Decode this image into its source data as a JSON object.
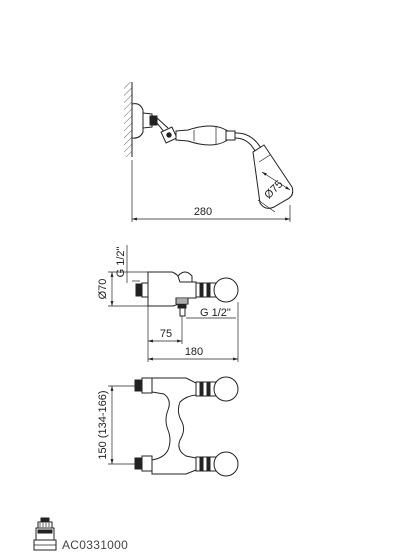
{
  "dimensions": {
    "top_width": "280",
    "head_diameter": "Ø75",
    "body_height": "Ø70",
    "thread_side": "G 1/2\"",
    "thread_bottom": "G 1/2\"",
    "depth_inner": "75",
    "depth_total": "180",
    "centers": "150 (134-166)"
  },
  "product_code": "AC0331000"
}
